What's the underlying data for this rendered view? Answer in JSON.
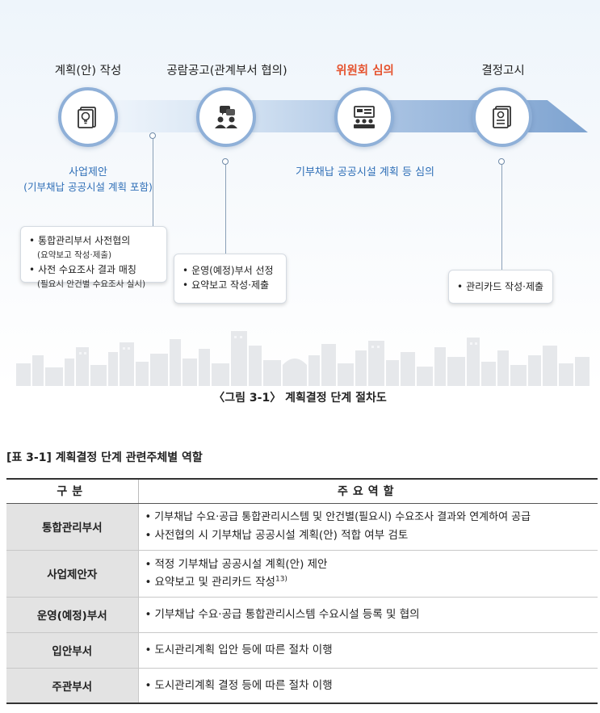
{
  "figure": {
    "stages": [
      {
        "title": "계획(안) 작성",
        "icon": "document-lightbulb-icon"
      },
      {
        "title": "공람공고(관계부서 협의)",
        "icon": "people-discussion-icon"
      },
      {
        "title": "위원회 심의",
        "icon": "committee-meeting-icon",
        "highlight": true
      },
      {
        "title": "결정고시",
        "icon": "announcement-document-icon"
      }
    ],
    "stage1_desc_line1": "사업제안",
    "stage1_desc_line2": "(기부채납 공공시설 계획 포함)",
    "stage3_desc": "기부채납 공공시설 계획 등 심의",
    "box1": {
      "item1": "통합관리부서 사전협의",
      "item1_sub": "(요약보고 작성·제출)",
      "item2": "사전 수요조사 결과 매칭",
      "item2_sub": "(필요시 안건별 수요조사 실시)"
    },
    "box2": {
      "item1": "운영(예정)부서 선정",
      "item2": "요약보고 작성·제출"
    },
    "box3": {
      "item1": "관리카드 작성·제출"
    },
    "caption": "〈그림 3-1〉 계획결정 단계 절차도",
    "colors": {
      "highlight": "#e5532f",
      "blue_text": "#2f6fb7",
      "circle_border": "#8fb0d8"
    }
  },
  "table": {
    "caption": "[표 3-1] 계획결정 단계 관련주체별 역할",
    "headers": [
      "구분",
      "주요역할"
    ],
    "rows": [
      {
        "category": "통합관리부서",
        "lines": [
          "기부채납 수요·공급 통합관리시스템 및 안건별(필요시) 수요조사 결과와 연계하여 공급",
          "사전협의 시 기부채납 공공시설 계획(안) 적합 여부 검토"
        ]
      },
      {
        "category": "사업제안자",
        "lines": [
          "적정 기부채납 공공시설 계획(안) 제안",
          "요약보고 및 관리카드 작성"
        ],
        "footnote": "13)"
      },
      {
        "category": "운영(예정)부서",
        "lines": [
          "기부채납 수요·공급 통합관리시스템 수요시설 등록 및 협의"
        ]
      },
      {
        "category": "입안부서",
        "lines": [
          "도시관리계획 입안 등에 따른 절차 이행"
        ]
      },
      {
        "category": "주관부서",
        "lines": [
          "도시관리계획 결정 등에 따른 절차 이행"
        ]
      }
    ]
  }
}
